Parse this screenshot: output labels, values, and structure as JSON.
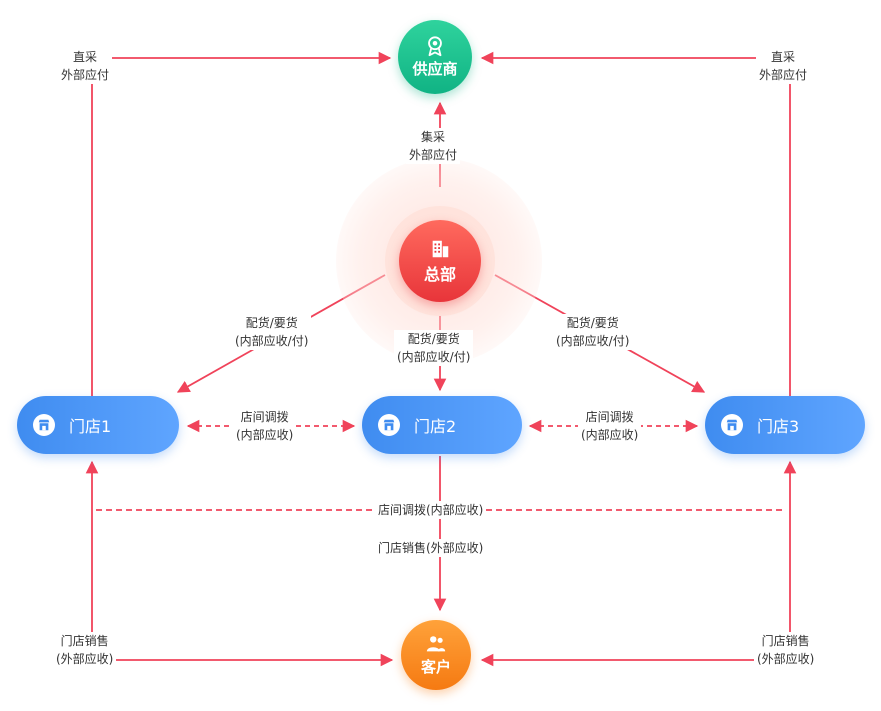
{
  "nodes": {
    "supplier": "供应商",
    "hq": "总部",
    "store1": "门店1",
    "store2": "门店2",
    "store3": "门店3",
    "customer": "客户"
  },
  "labels": {
    "left_direct_1": "直采",
    "left_direct_2": "外部应付",
    "right_direct_1": "直采",
    "right_direct_2": "外部应付",
    "central_1": "集采",
    "central_2": "外部应付",
    "dist_left_1": "配货/要货",
    "dist_left_2": "(内部应收/付)",
    "dist_mid_1": "配货/要货",
    "dist_mid_2": "(内部应收/付)",
    "dist_right_1": "配货/要货",
    "dist_right_2": "(内部应收/付)",
    "transfer12_1": "店间调拨",
    "transfer12_2": "(内部应收)",
    "transfer23_1": "店间调拨",
    "transfer23_2": "(内部应收)",
    "transfer13": "店间调拨(内部应收)",
    "sales_mid": "门店销售(外部应收)",
    "sales_left_1": "门店销售",
    "sales_left_2": "(外部应收)",
    "sales_right_1": "门店销售",
    "sales_right_2": "(外部应收)"
  },
  "colors": {
    "arrow": "#f0435a",
    "supplier": "#15b98a",
    "hq": "#ef3f41",
    "store": "#4a94f5",
    "customer": "#f8891e"
  },
  "icons": {
    "supplier": "award-badge-icon",
    "hq": "building-icon",
    "store": "shop-icon",
    "customer": "users-icon"
  }
}
